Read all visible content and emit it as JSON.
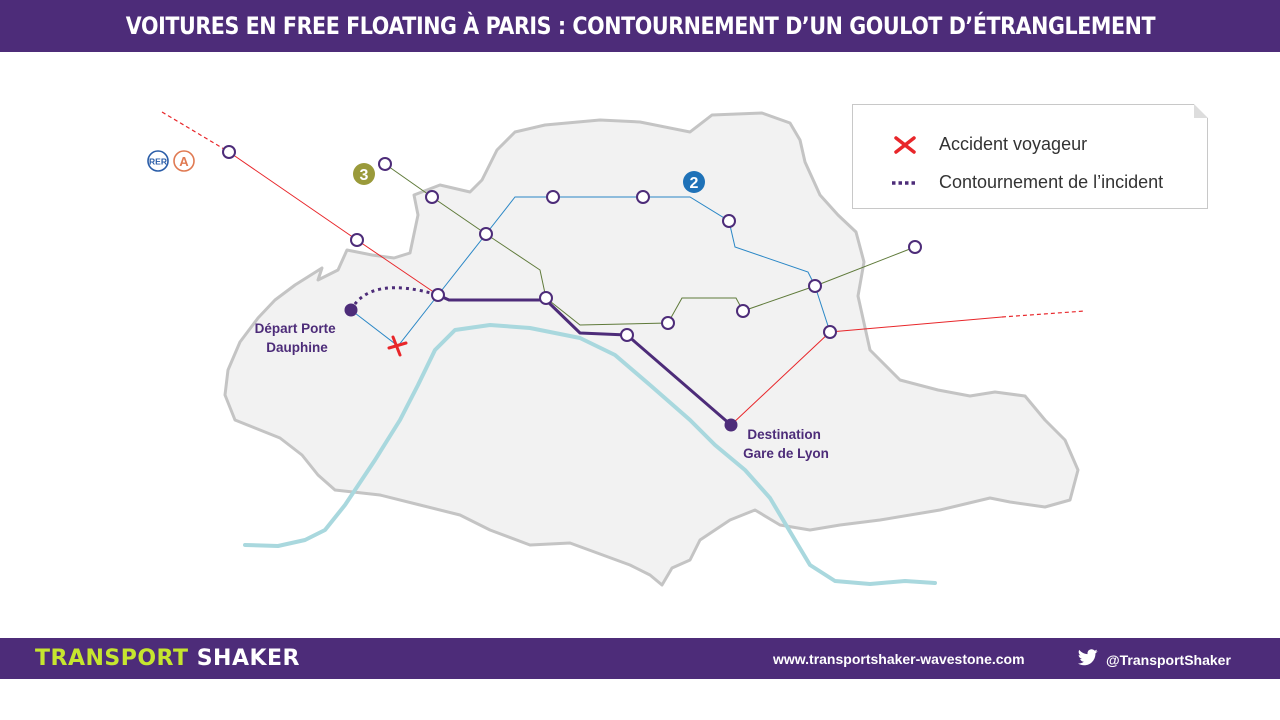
{
  "header": {
    "title": "VOITURES EN FREE FLOATING À PARIS : CONTOURNEMENT D’UN GOULOT D’ÉTRANGLEMENT"
  },
  "legend": {
    "accident_label": "Accident voyageur",
    "detour_label": "Contournement de l’incident"
  },
  "map": {
    "line_badges": {
      "rer_text": "RER",
      "rer_line": "A",
      "metro_3": "3",
      "metro_2": "2"
    },
    "start_label": [
      "Départ Porte",
      "Dauphine"
    ],
    "destination_label": [
      "Destination",
      "Gare de Lyon"
    ],
    "colors": {
      "rer_a": "#e8262a",
      "metro_2": "#2a87c6",
      "metro_3": "#5f7a3a",
      "route": "#4d2c79",
      "seine": "#a9d8de",
      "paris_fill": "#f2f2f2",
      "paris_border": "#c4c4c4"
    }
  },
  "footer": {
    "brand_part1": "TRANSPORT",
    "brand_part2": "SHAKER",
    "url": "www.transportshaker-wavestone.com",
    "twitter": "@TransportShaker"
  }
}
